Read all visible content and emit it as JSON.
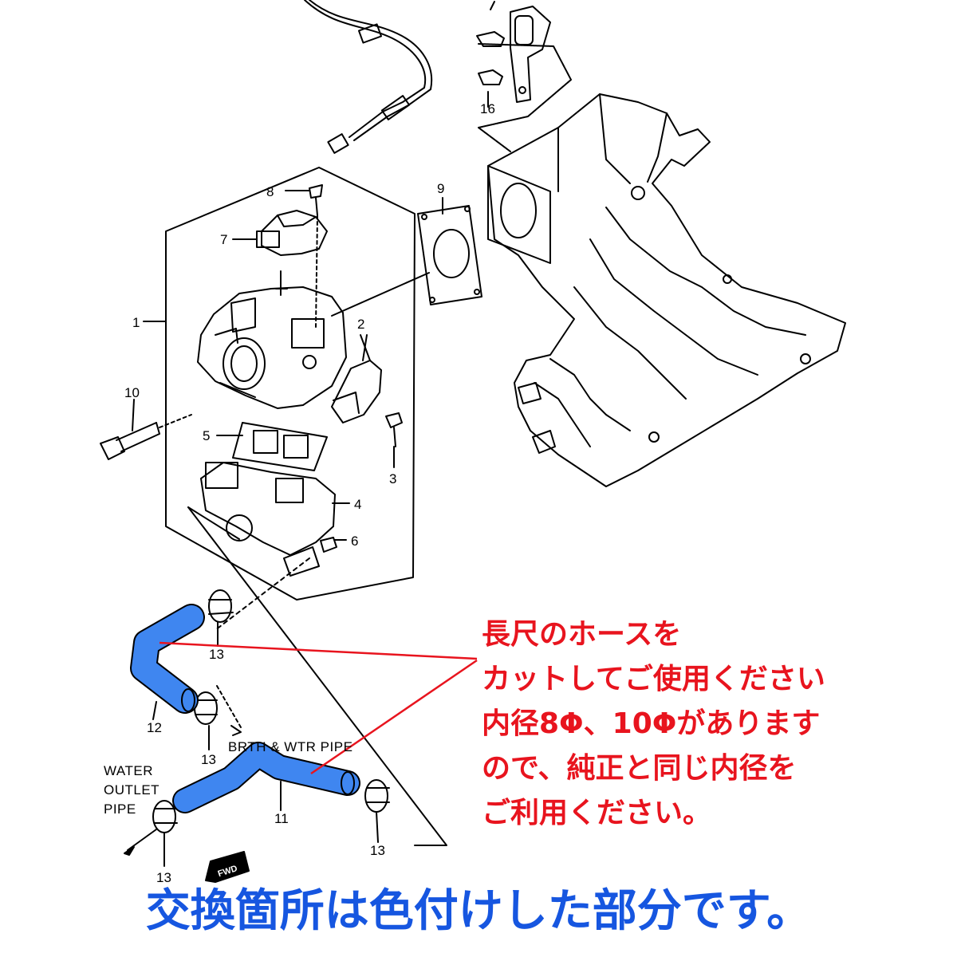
{
  "callouts": {
    "c1": "1",
    "c2": "2",
    "c3": "3",
    "c4": "4",
    "c5": "5",
    "c6": "6",
    "c7": "7",
    "c8": "8",
    "c9": "9",
    "c10": "10",
    "c11": "11",
    "c12": "12",
    "c13a": "13",
    "c13b": "13",
    "c13c": "13",
    "c13d": "13",
    "c16": "16"
  },
  "pipe_labels": {
    "brth_wtr_pipe": "BRTH & WTR PIPE",
    "water_line1": "WATER",
    "water_line2": "OUTLET",
    "water_line3": "PIPE",
    "fwd_tag": "FWD"
  },
  "note": {
    "line1": "長尺のホースを",
    "line2": "カットしてご使用ください",
    "line3": "内径8Φ、10Φがあります",
    "line4": "ので、純正と同じ内径を",
    "line5": "ご利用ください。"
  },
  "footer": "交換箇所は色付けした部分です。",
  "colors": {
    "highlight_hose": "#3f86f0",
    "note_text": "#e8141e",
    "footer_text": "#1656e0",
    "leader_line": "#e8141e"
  }
}
